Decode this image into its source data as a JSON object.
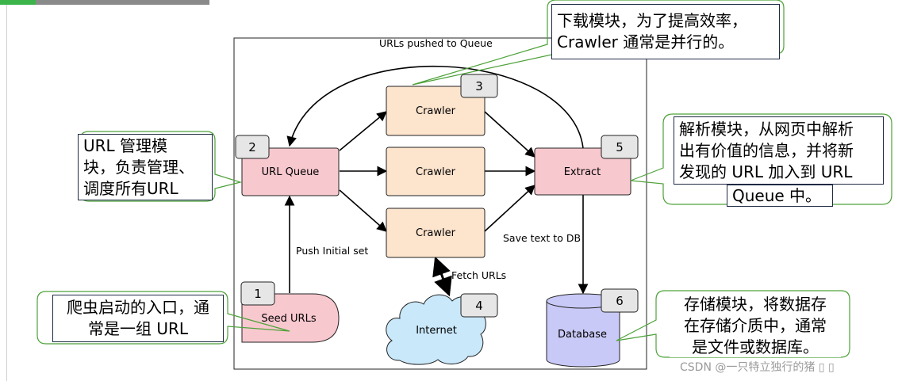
{
  "nodes": {
    "seed": {
      "number": "1",
      "label": "Seed URLs"
    },
    "queue": {
      "number": "2",
      "label": "URL Queue"
    },
    "crawler_top": {
      "number": "3",
      "label": "Crawler"
    },
    "crawler_mid": {
      "label": "Crawler"
    },
    "crawler_bottom": {
      "label": "Crawler"
    },
    "internet": {
      "number": "4",
      "label": "Internet"
    },
    "extract": {
      "number": "5",
      "label": "Extract"
    },
    "database": {
      "number": "6",
      "label": "Database"
    }
  },
  "edge_labels": {
    "urls_pushed": "URLs pushed to Queue",
    "push_initial": "Push Initial set",
    "fetch_urls": "Fetch URLs",
    "save_text": "Save text to DB"
  },
  "callouts": {
    "download": [
      "下载模块，为了提高效率，",
      "Crawler 通常是并行的。"
    ],
    "url_manage": [
      "URL 管理模",
      "块，负责管理、",
      "调度所有URL"
    ],
    "parse": [
      "解析模块，从网页中解析",
      "出有价值的信息，并将新",
      "发现的 URL 加入到 URL"
    ],
    "parse_tail": "Queue 中。",
    "entry": [
      "爬虫启动的入口，通",
      "常是一组 URL"
    ],
    "storage": [
      "存储模块，将数据存",
      "在存储介质中，通常",
      "是文件或数据库。"
    ]
  },
  "watermark": "CSDN @一只特立独行的猪 ▯ ▯",
  "colors": {
    "queue_fill": "#f8c8cf",
    "crawler_fill": "#fce4cd",
    "internet_fill": "#c9e8fa",
    "database_fill": "#c9c9f7",
    "callout_line": "#4ea23a",
    "badge_fill": "#e6e6e6"
  }
}
